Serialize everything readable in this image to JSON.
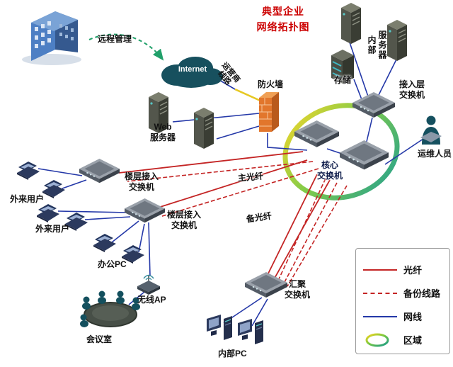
{
  "title": {
    "text": "典型企业\n网络拓扑图",
    "color": "#cc0000"
  },
  "labels": {
    "remote_mgmt": "远程管理",
    "internet": "Internet",
    "carrier_line": "运营商\n线路",
    "firewall": "防火墙",
    "web_server": "Web\n服务器",
    "internal_server": "内部\n服务器",
    "storage": "存储",
    "access_switch": "接入层\n交换机",
    "ops_staff": "运维人员",
    "core_switch": "核心\n交换机",
    "floor_switch_1": "楼层接入\n交换机",
    "floor_switch_2": "楼层接入\n交换机",
    "external_users_1": "外来用户",
    "external_users_2": "外来用户",
    "office_pc": "办公PC",
    "wireless_ap": "无线AP",
    "meeting_room": "会议室",
    "aggregation_switch": "汇聚\n交换机",
    "internal_pc": "内部PC",
    "main_fiber": "主光纤",
    "backup_fiber": "备光纤"
  },
  "legend": {
    "fiber": "光纤",
    "backup_line": "备份线路",
    "lan_cable": "网线",
    "zone": "区域"
  },
  "colors": {
    "title_red": "#cc0000",
    "fiber_red": "#c42525",
    "lan_blue": "#2438a8",
    "carrier_yellow": "#e6c823",
    "arrow_green": "#21a06a",
    "ring_yellow": "#f6d41f",
    "ring_green": "#7cc93f",
    "ring_teal": "#149a8c"
  }
}
